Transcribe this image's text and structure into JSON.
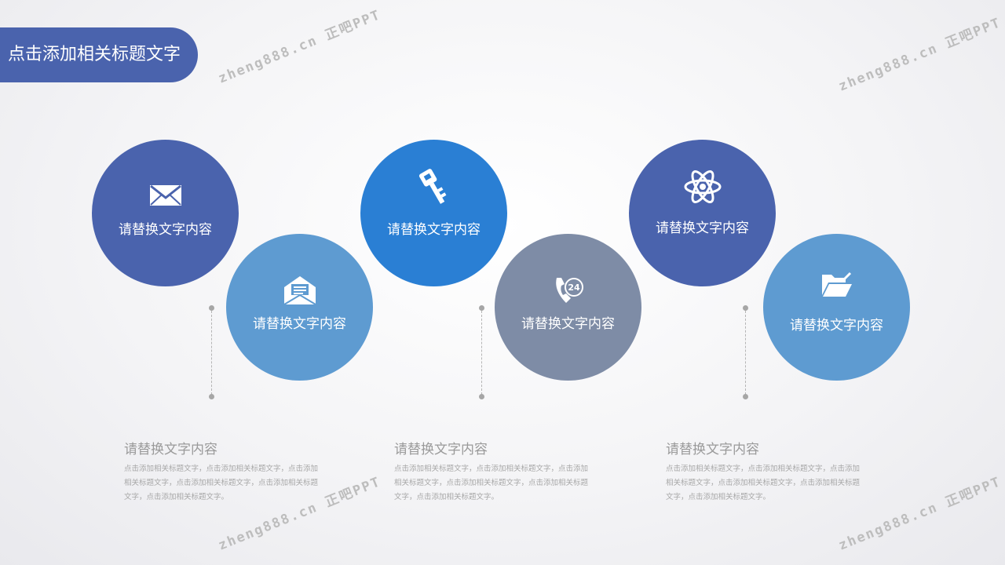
{
  "title": "点击添加相关标题文字",
  "watermark": "zheng888.cn 正吧PPT",
  "colors": {
    "dark_blue": "#4a63ad",
    "light_blue": "#5e9bd1",
    "bright_blue": "#2a7fd4",
    "slate": "#7e8ca6"
  },
  "circles": [
    {
      "label": "请替换文字内容",
      "icon": "envelope-icon"
    },
    {
      "label": "请替换文字内容",
      "icon": "open-envelope-icon"
    },
    {
      "label": "请替换文字内容",
      "icon": "key-icon"
    },
    {
      "label": "请替换文字内容",
      "icon": "phone-24-icon"
    },
    {
      "label": "请替换文字内容",
      "icon": "atom-icon"
    },
    {
      "label": "请替换文字内容",
      "icon": "folder-icon"
    }
  ],
  "blocks": [
    {
      "heading": "请替换文字内容",
      "body": "点击添加相关标题文字，点击添加相关标题文字，点击添加相关标题文字，点击添加相关标题文字，点击添加相关标题文字，点击添加相关标题文字。"
    },
    {
      "heading": "请替换文字内容",
      "body": "点击添加相关标题文字，点击添加相关标题文字，点击添加相关标题文字，点击添加相关标题文字，点击添加相关标题文字，点击添加相关标题文字。"
    },
    {
      "heading": "请替换文字内容",
      "body": "点击添加相关标题文字，点击添加相关标题文字，点击添加相关标题文字，点击添加相关标题文字，点击添加相关标题文字，点击添加相关标题文字。"
    }
  ]
}
